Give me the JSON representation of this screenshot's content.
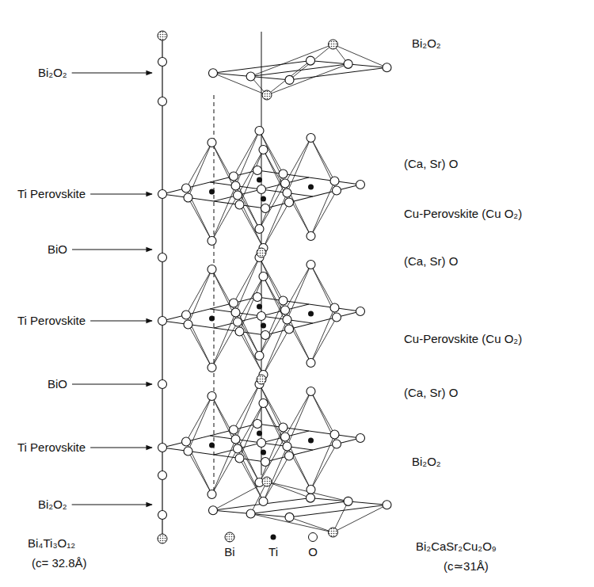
{
  "diagram": {
    "labels": [
      "Bi₂O₂",
      "Ti Perovskite",
      "BiO",
      "Ti Perovskite",
      "BiO",
      "Ti Perovskite",
      "Bi₂O₂",
      "Bi₂O₂",
      "(Ca, Sr) O",
      "Cu-Perovskite (Cu O₂)",
      "(Ca, Sr) O",
      "Cu-Perovskite (Cu O₂)",
      "(Ca, Sr) O",
      "Bi₂O₂",
      "Bi₄Ti₃O₁₂",
      "(c= 32.8Å)",
      "Bi₂CaSr₂Cu₂O₉",
      "(c≃31Å)"
    ],
    "legend": [
      {
        "text": "Bi"
      },
      {
        "text": "Ti"
      },
      {
        "text": "O"
      }
    ]
  }
}
